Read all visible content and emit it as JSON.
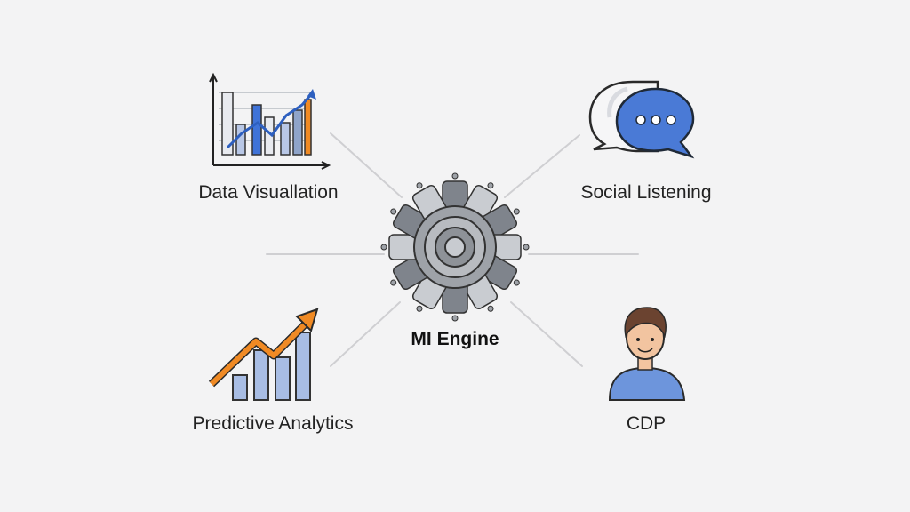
{
  "diagram": {
    "center": {
      "label": "MI Engine",
      "icon": "engine-icon"
    },
    "nodes": [
      {
        "id": "data-visualization",
        "label": "Data Visuallation",
        "icon": "bar-chart-icon"
      },
      {
        "id": "social-listening",
        "label": "Social Listening",
        "icon": "chat-bubbles-icon"
      },
      {
        "id": "predictive-analytics",
        "label": "Predictive Analytics",
        "icon": "growth-chart-icon"
      },
      {
        "id": "cdp",
        "label": "CDP",
        "icon": "person-icon"
      }
    ]
  },
  "colors": {
    "background": "#f3f3f4",
    "connector": "#cfcfd2",
    "blue": "#3f73d8",
    "orange": "#f08a24",
    "gray": "#8a8d94"
  }
}
